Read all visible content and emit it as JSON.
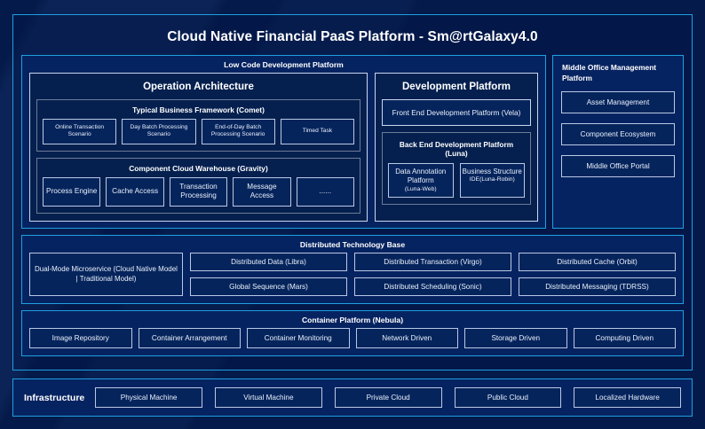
{
  "theme": {
    "page_background": "#041a4a",
    "panel_background": "#062361",
    "accent_border": "#1f9fe0",
    "box_border": "#b9c9e4",
    "text_color": "#e9f1fb",
    "title_color": "#ffffff"
  },
  "platform": {
    "title": "Cloud Native Financial PaaS Platform - Sm@rtGalaxy4.0"
  },
  "low_code": {
    "title": "Low Code Development Platform",
    "operation_architecture": {
      "title": "Operation Architecture",
      "groups": [
        {
          "title": "Typical Business Framework (Comet)",
          "items": [
            "Online Transaction Scenario",
            "Day Batch Processing Scenario",
            "End-of-Day Batch Processing Scenario",
            "Timed Task"
          ]
        },
        {
          "title": "Component Cloud Warehouse (Gravity)",
          "items": [
            "Process Engine",
            "Cache Access",
            "Transaction Processing",
            "Message Access",
            "......"
          ]
        }
      ]
    },
    "development_platform": {
      "title": "Development Platform",
      "front_end": "Front End Development Platform (Vela)",
      "back_end": {
        "title": "Back End Development Platform (Luna)",
        "items": [
          {
            "main": "Data Annotation Platform",
            "sub": "(Luna-Web)"
          },
          {
            "main": "Business Structure",
            "sub": "IDE(Luna-Robin)"
          }
        ]
      }
    }
  },
  "middle_office": {
    "title": "Middle Office Management Platform",
    "items": [
      "Asset Management",
      "Component Ecosystem",
      "Middle Office Portal"
    ]
  },
  "distributed_technology_base": {
    "title": "Distributed Technology Base",
    "highlight": "Dual-Mode Microservice (Cloud Native Model | Traditional Model)",
    "columns": [
      [
        "Distributed Data (Libra)",
        "Global Sequence (Mars)"
      ],
      [
        "Distributed Transaction (Virgo)",
        "Distributed Scheduling (Sonic)"
      ],
      [
        "Distributed Cache (Orbit)",
        "Distributed Messaging (TDRSS)"
      ]
    ]
  },
  "container_platform": {
    "title": "Container Platform (Nebula)",
    "items": [
      "Image Repository",
      "Container Arrangement",
      "Container Monitoring",
      "Network Driven",
      "Storage Driven",
      "Computing Driven"
    ]
  },
  "infrastructure": {
    "label": "Infrastructure",
    "items": [
      "Physical Machine",
      "Virtual Machine",
      "Private Cloud",
      "Public Cloud",
      "Localized Hardware"
    ]
  }
}
